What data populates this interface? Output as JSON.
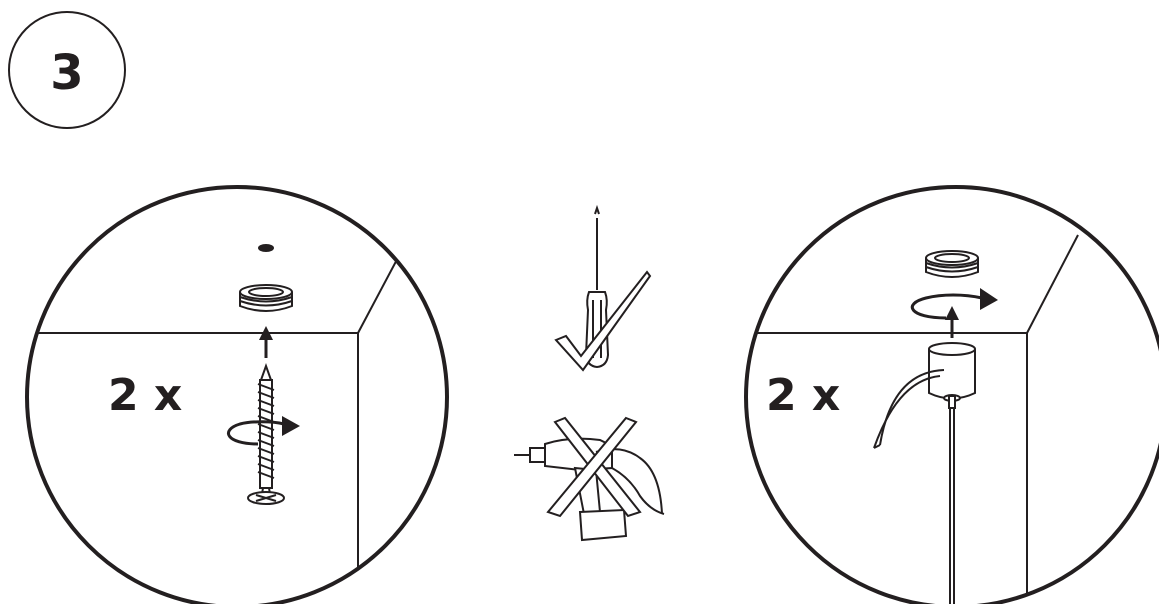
{
  "step": {
    "number": "3"
  },
  "panels": {
    "left": {
      "quantity": "2 x"
    },
    "right": {
      "quantity": "2 x"
    }
  },
  "indicators": {
    "allowed_tool": "screwdriver-icon",
    "allowed_mark": "check-mark-icon",
    "forbidden_tool": "power-drill-icon",
    "forbidden_mark": "cross-mark-icon"
  },
  "colors": {
    "ink": "#231f20",
    "paper": "#ffffff"
  }
}
